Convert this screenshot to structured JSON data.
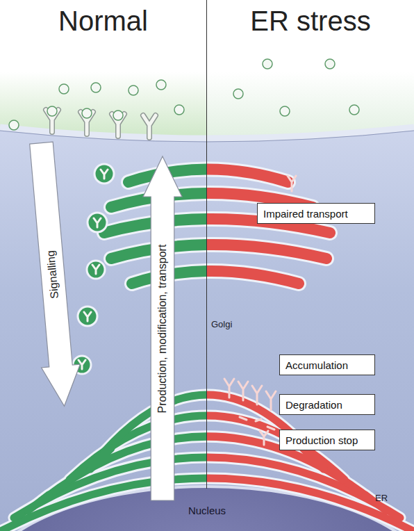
{
  "diagram": {
    "nodes": [
      {
        "text": [
          "Signalling"
        ]
      },
      {
        "text": [
          "Production, modification, transport"
        ]
      },
      {
        "text": [
          "Impaired transport"
        ]
      },
      {
        "text": [
          "Accumulation"
        ]
      },
      {
        "text": [
          "Degradation"
        ]
      },
      {
        "text": [
          "Production stop"
        ]
      }
    ],
    "labels": [
      "Normal",
      "ER stress",
      "Golgi",
      "ER",
      "Nucleus"
    ]
  }
}
